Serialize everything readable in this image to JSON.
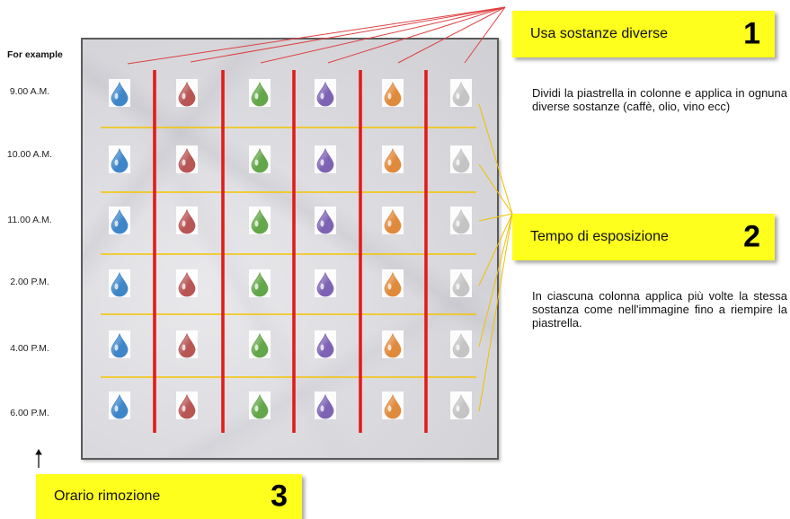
{
  "left_panel": {
    "for_example": "For example",
    "times": [
      "9.00 A.M.",
      "10.00 A.M.",
      "11.00 A.M.",
      "2.00 P.M.",
      "4.00 P.M.",
      "6.00 P.M."
    ]
  },
  "callouts": [
    {
      "text": "Usa sostanze diverse",
      "number": "1"
    },
    {
      "text": "Tempo di esposizione",
      "number": "2"
    },
    {
      "text": "Orario rimozione",
      "number": "3"
    }
  ],
  "descriptions": {
    "substances": "Dividi la piastrella in colonne e applica in ognuna diverse sostanze (caffè, olio, vino ecc)",
    "exposure": "In ciascuna colonna applica più volte la stessa sostanza come nell'immagine fino a riempire la piastrella."
  },
  "drop_colors": [
    "#3f86c9",
    "#b85555",
    "#64a64a",
    "#7e63b5",
    "#e08a3c",
    "#c4c4c4"
  ],
  "colors": {
    "divider_red": "#e31b1b",
    "row_line_yellow": "#f5c400",
    "callout_yellow": "#ffff1e",
    "leader_red": "#e04040",
    "leader_yellow": "#f0c000"
  }
}
